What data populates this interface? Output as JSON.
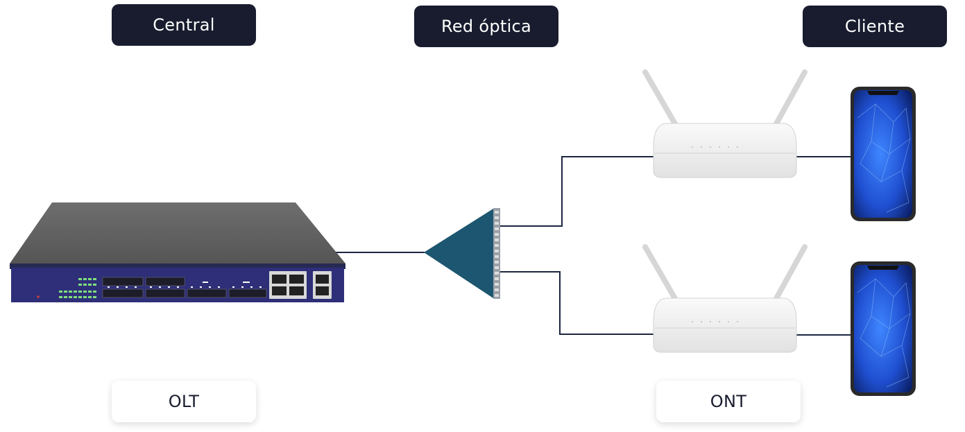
{
  "header_labels": {
    "central": "Central",
    "red_optica": "Red óptica",
    "cliente": "Cliente"
  },
  "device_labels": {
    "olt": "OLT",
    "ont": "ONT"
  },
  "colors": {
    "label_dark": "#181c2e",
    "splitter": "#1d5670",
    "fiber_line": "#1b2540",
    "olt_front": "#2e2f78",
    "olt_top": "#666666",
    "phone_screen": "#1f4fd0"
  },
  "icons": [
    "olt-device-icon",
    "optical-splitter-icon",
    "ont-router-icon",
    "smartphone-icon"
  ]
}
